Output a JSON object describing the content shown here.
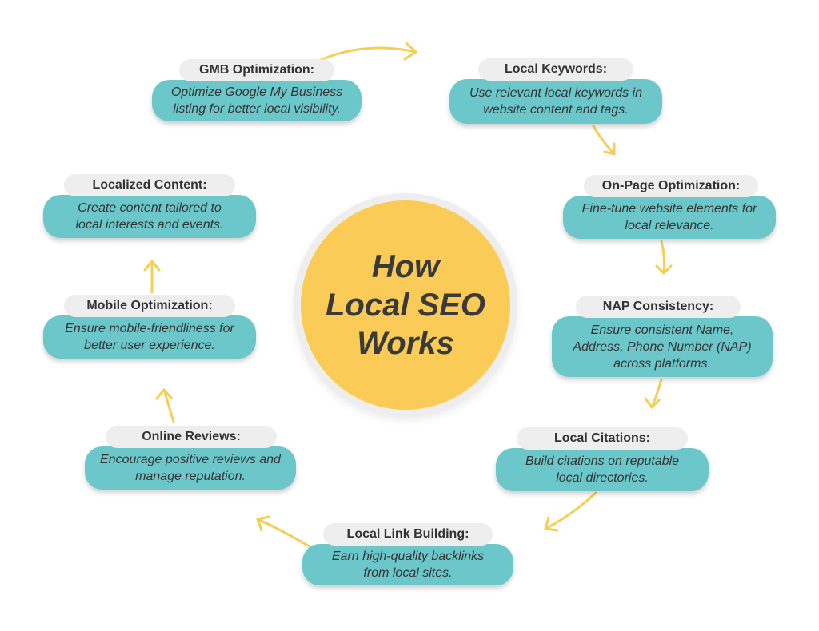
{
  "title_lines": [
    "How",
    "Local SEO",
    "Works"
  ],
  "colors": {
    "center_fill": "#fbcb57",
    "card_fill": "#6cc7cb",
    "title_pill": "#eeeeee",
    "arrow": "#f3cf55"
  },
  "steps": [
    {
      "id": "gmb",
      "title": "GMB Optimization:",
      "description": "Optimize Google My Business listing for better local visibility."
    },
    {
      "id": "keywords",
      "title": "Local Keywords:",
      "description": "Use relevant local keywords in website content and tags."
    },
    {
      "id": "onpage",
      "title": "On-Page Optimization:",
      "description": "Fine-tune website elements for local relevance."
    },
    {
      "id": "nap",
      "title": "NAP Consistency:",
      "description": "Ensure consistent Name, Address, Phone Number (NAP) across platforms."
    },
    {
      "id": "citations",
      "title": "Local Citations:",
      "description": "Build citations on reputable local directories."
    },
    {
      "id": "linkbuilding",
      "title": "Local Link Building:",
      "description": "Earn high-quality backlinks from local sites."
    },
    {
      "id": "reviews",
      "title": "Online Reviews:",
      "description": "Encourage positive reviews and manage reputation."
    },
    {
      "id": "mobile",
      "title": "Mobile Optimization:",
      "description": "Ensure mobile-friendliness for better user experience."
    },
    {
      "id": "content",
      "title": "Localized Content:",
      "description": "Create content tailored to local interests and events."
    }
  ]
}
